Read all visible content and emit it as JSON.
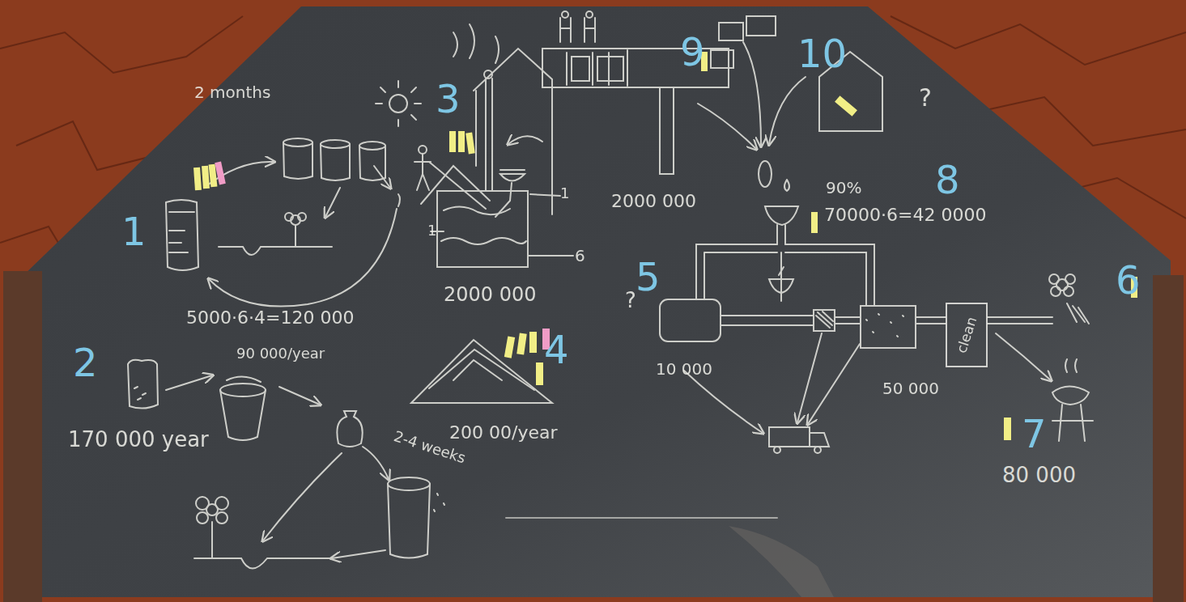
{
  "diagram": {
    "nodes": [
      {
        "text": [
          "clean"
        ]
      }
    ],
    "labels": [
      "1",
      "2 months",
      "5000·6·4=120 000",
      "90 000/year",
      "2",
      "170 000 year",
      "2-4 weeks",
      "3",
      "1",
      "1",
      "6",
      "2000 000",
      "4",
      "200 00/year",
      "9",
      "2000 000",
      "10",
      "?",
      "8",
      "90%",
      "70000·6=42 0000",
      "5",
      "?",
      "10 000",
      "50 000",
      "6",
      "7",
      "80 000"
    ]
  }
}
